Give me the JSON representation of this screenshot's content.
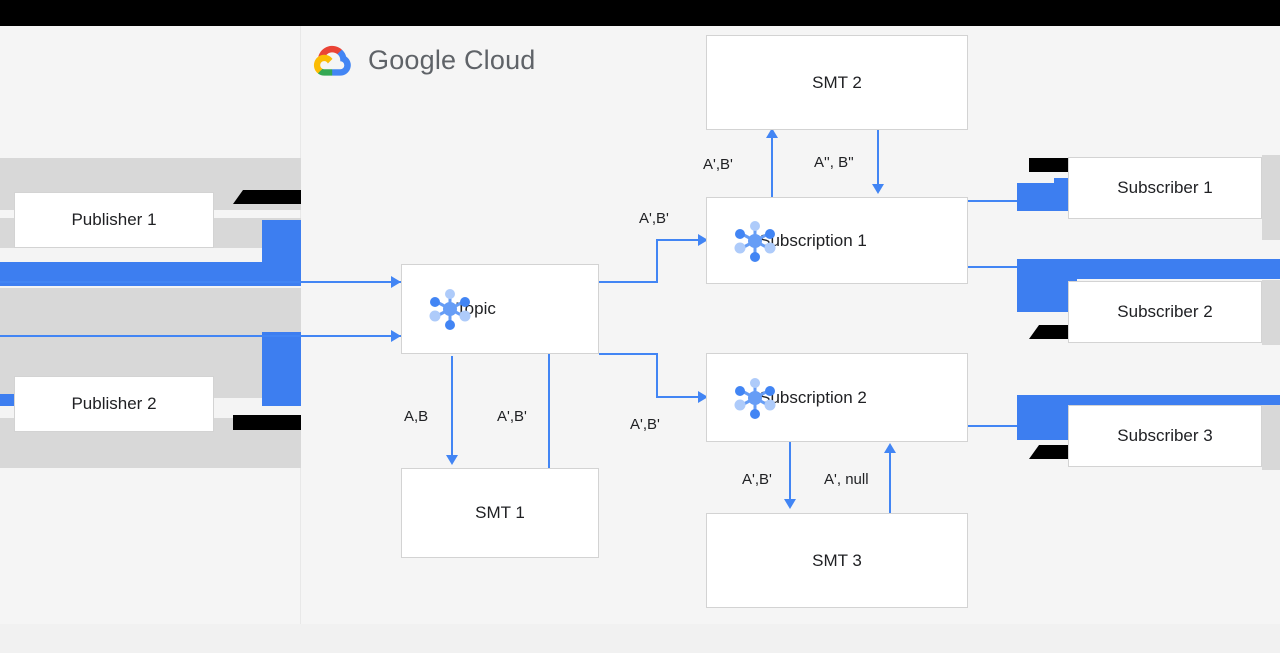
{
  "window": {
    "topbar_color": "#000000",
    "canvas_color": "#f5f5f5",
    "footer_color": "#f1f1f1"
  },
  "brand": {
    "name": "Google Cloud",
    "word_google": "Google",
    "word_cloud": "Cloud",
    "logo_colors": {
      "red": "#ea4335",
      "blue": "#4285f4",
      "yellow": "#fbbc04",
      "green": "#34a853"
    },
    "text_color": "#5f6368"
  },
  "diagram": {
    "accent_color": "#4285f4",
    "node_border_color": "#d3d3d3",
    "node_fill_color": "#ffffff",
    "icon_name": "pubsub-icon",
    "nodes": [
      {
        "id": "publisher-1",
        "label": "Publisher 1",
        "icon": false
      },
      {
        "id": "publisher-2",
        "label": "Publisher 2",
        "icon": false
      },
      {
        "id": "topic",
        "label": "Topic",
        "icon": true
      },
      {
        "id": "smt-1",
        "label": "SMT 1",
        "icon": false
      },
      {
        "id": "smt-2",
        "label": "SMT 2",
        "icon": false
      },
      {
        "id": "smt-3",
        "label": "SMT 3",
        "icon": false
      },
      {
        "id": "subscription-1",
        "label": "Subscription 1",
        "icon": true
      },
      {
        "id": "subscription-2",
        "label": "Subscription 2",
        "icon": true
      },
      {
        "id": "subscriber-1",
        "label": "Subscriber 1",
        "icon": false
      },
      {
        "id": "subscriber-2",
        "label": "Subscriber 2",
        "icon": false
      },
      {
        "id": "subscriber-3",
        "label": "Subscriber 3",
        "icon": false
      }
    ],
    "edge_labels": {
      "topic_to_smt1": "A,B",
      "smt1_to_topic": "A',B'",
      "topic_to_sub1": "A',B'",
      "topic_to_sub2": "A',B'",
      "sub1_to_smt2": "A',B'",
      "smt2_to_sub1": "A'', B''",
      "sub2_to_smt3": "A',B'",
      "smt3_to_sub2": "A', null"
    }
  }
}
